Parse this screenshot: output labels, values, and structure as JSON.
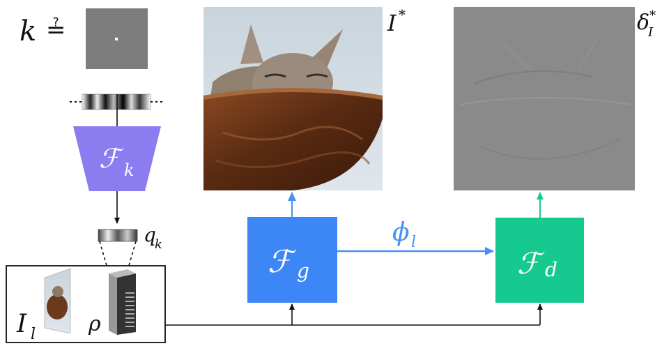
{
  "query": {
    "k": "k",
    "symbol": "≟"
  },
  "labels": {
    "I_star_base": "I",
    "I_star_sup": "*",
    "delta_base": "δ",
    "delta_sup": "*",
    "delta_sub": "I",
    "q_base": "q",
    "q_sub": "k",
    "I_l_base": "I",
    "I_l_sub": "l",
    "rho": "ρ",
    "phi_base": "ϕ",
    "phi_sub": "l"
  },
  "blocks": {
    "F_k": {
      "base": "ℱ",
      "sub": "k"
    },
    "F_g": {
      "base": "ℱ",
      "sub": "g"
    },
    "F_d": {
      "base": "ℱ",
      "sub": "d"
    }
  },
  "colors": {
    "F_k": "#8b7cf0",
    "F_g": "#3d86f5",
    "F_d": "#16c98f",
    "phi_arrow": "#4a8ff2",
    "gray_image": "#7d7d7d",
    "residual": "#8a8a8a"
  },
  "icons": {
    "kitten": "kitten-in-bowl-photo",
    "residual": "residual-noise-image",
    "feature_stack": "feature-stack-icon",
    "input_thumbnail": "input-photo-thumbnail"
  }
}
